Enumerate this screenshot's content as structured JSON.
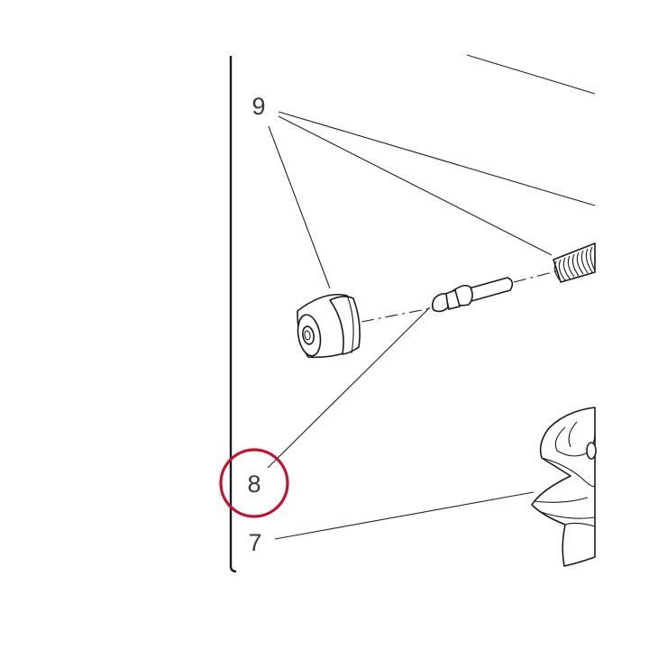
{
  "callouts": {
    "label_9": "9",
    "label_8": "8",
    "label_7": "7"
  },
  "colors": {
    "line": "#1a1a1a",
    "highlight": "#c8102e",
    "background": "#ffffff"
  },
  "highlighted_callout": "8"
}
